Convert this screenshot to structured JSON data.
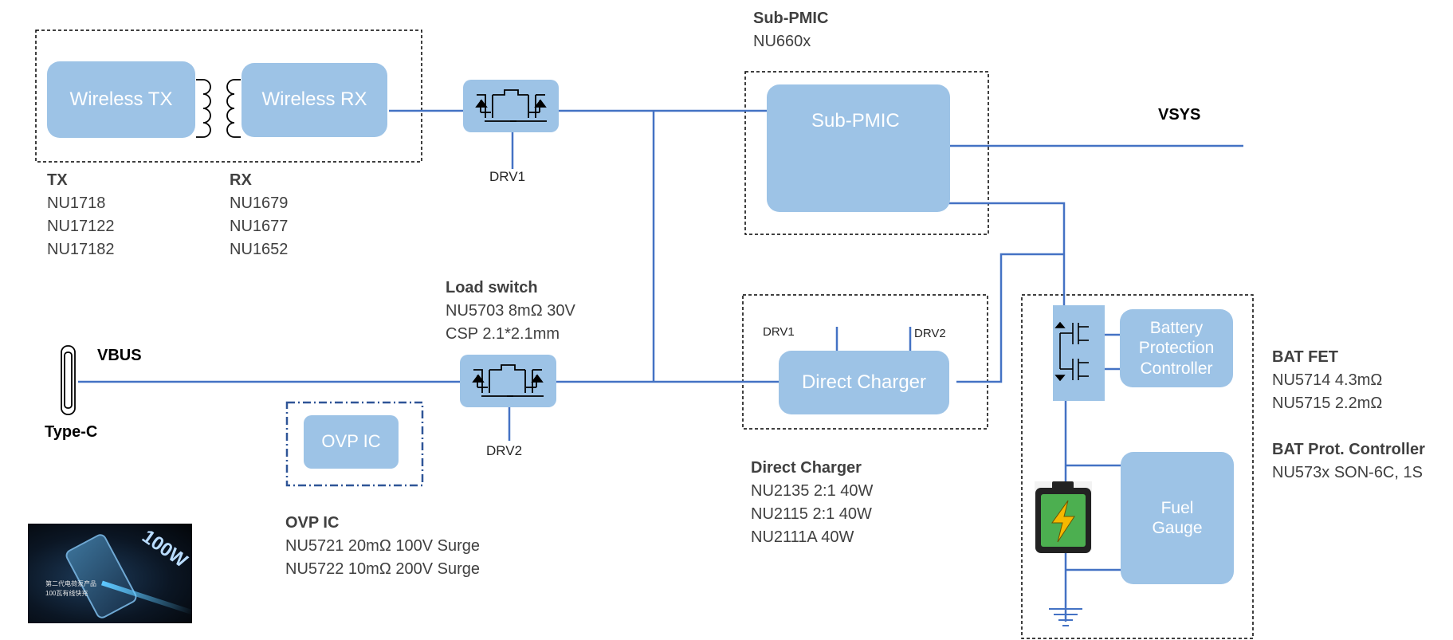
{
  "blocks": {
    "wireless_tx": "Wireless TX",
    "wireless_rx": "Wireless RX",
    "sub_pmic": "Sub-PMIC",
    "direct_charger": "Direct Charger",
    "ovp_ic": "OVP IC",
    "battery_protection": "Battery\nProtection\nController",
    "fuel_gauge": "Fuel\nGauge"
  },
  "tags": {
    "vsys": "VSYS",
    "vbus": "VBUS",
    "type_c": "Type-C",
    "drv1_top": "DRV1",
    "drv2_bottom": "DRV2",
    "dc_drv1": "DRV1",
    "dc_drv2": "DRV2"
  },
  "labels": {
    "tx": {
      "heading": "TX",
      "lines": [
        "NU1718",
        "NU17122",
        "NU17182"
      ]
    },
    "rx": {
      "heading": "RX",
      "lines": [
        "NU1679",
        "NU1677",
        "NU1652"
      ]
    },
    "sub_pmic": {
      "heading": "Sub-PMIC",
      "lines": [
        "NU660x"
      ]
    },
    "load_switch": {
      "heading": "Load switch",
      "lines": [
        "NU5703 8mΩ 30V",
        "CSP 2.1*2.1mm"
      ]
    },
    "ovp_ic": {
      "heading": "OVP IC",
      "lines": [
        "NU5721 20mΩ 100V Surge",
        "NU5722 10mΩ 200V Surge"
      ]
    },
    "direct_charger": {
      "heading": "Direct Charger",
      "lines": [
        "NU2135 2:1 40W",
        "NU2115 2:1 40W",
        "NU2111A  40W"
      ]
    },
    "bat_fet": {
      "heading": "BAT FET",
      "lines": [
        "NU5714 4.3mΩ",
        "NU5715 2.2mΩ"
      ]
    },
    "bat_prot": {
      "heading": "BAT Prot. Controller",
      "lines": [
        "NU573x SON-6C, 1S"
      ]
    }
  },
  "promo": {
    "power_text": "100W",
    "caption_line1": "第二代电荷泵产品",
    "caption_line2": "100瓦有线快充"
  },
  "colors": {
    "block_fill": "#9dc3e6",
    "wire": "#4472c4",
    "dashed_border": "#000000",
    "ovp_border": "#2f5597",
    "battery_body": "#4caf50",
    "battery_bolt": "#f5b800"
  }
}
